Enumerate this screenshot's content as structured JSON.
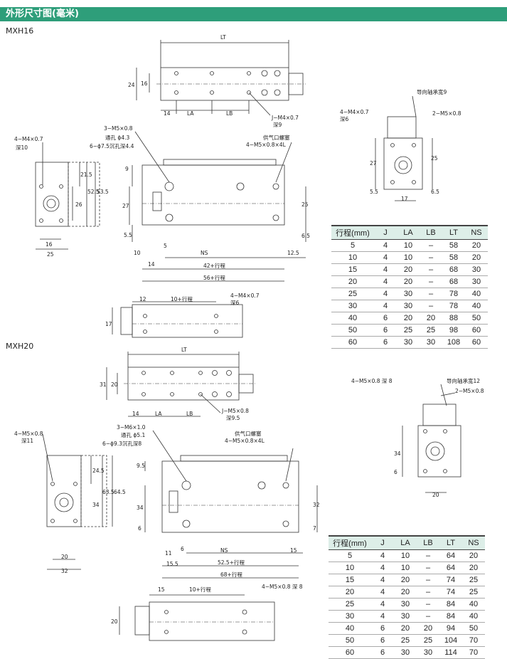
{
  "header": {
    "title": "外形尺寸图(毫米)"
  },
  "sections": {
    "mxh16": "MXH16",
    "mxh20": "MXH20"
  },
  "dim16": {
    "lt": "LT",
    "la": "LA",
    "lb": "LB",
    "d24": "24",
    "d16": "16",
    "d14": "14",
    "jm": "J−M4×0.7",
    "deep9": "深9",
    "m5": "3−M5×0.8",
    "tong": "通孔 ϕ4.3",
    "chen": "6−ϕ7.5沉孔深4.4",
    "gong": "供气口螺塞",
    "gong2": "4−M5×0.8×4L",
    "m4": "4−M4×0.7",
    "deep10": "深10",
    "d9": "9",
    "d27": "27",
    "d55": "5.5",
    "d215": "21.5",
    "d525": "52.5",
    "d535": "53.5",
    "d26": "26",
    "d16b": "16",
    "d25": "25",
    "d25r": "25",
    "d65": "6.5",
    "d10": "10",
    "d5": "5",
    "ns": "NS",
    "d125": "12.5",
    "d14b": "14",
    "s42": "42+行程",
    "s56": "56+行程",
    "guide": "导向轴承宽9",
    "m4r": "4−M4×0.7",
    "deep6r": "深6",
    "m5r": "2−M5×0.8",
    "r27": "27",
    "r25": "25",
    "r55": "5.5",
    "r17": "17",
    "r65": "6.5",
    "b12": "12",
    "b10": "10+行程",
    "b17": "17",
    "bm4": "4−M4×0.7",
    "b6": "深6"
  },
  "dim20": {
    "lt": "LT",
    "la": "LA",
    "lb": "LB",
    "d31": "31",
    "d20": "20",
    "d14": "14",
    "jm": "J−M5×0.8",
    "deep95": "深9.5",
    "m6": "3−M6×1.0",
    "tong": "通孔 ϕ5.1",
    "chen": "6−ϕ9.3沉孔深8",
    "gong": "供气口螺塞",
    "gong2": "4−M5×0.8×4L",
    "m5": "4−M5×0.8",
    "deep11": "深11",
    "d95": "9.5",
    "d34": "34",
    "d6": "6",
    "d245": "24.5",
    "d635": "63.5",
    "d645": "64.5",
    "d34b": "34",
    "d20b": "20",
    "d32": "32",
    "d32r": "32",
    "d7": "7",
    "d11": "11",
    "d6b": "6",
    "ns": "NS",
    "d15": "15",
    "d155": "15.5",
    "s525": "52.5+行程",
    "s68": "68+行程",
    "tm5": "4−M5×0.8 深 8",
    "guide": "导向轴承宽12",
    "m5r": "2−M5×0.8",
    "r34": "34",
    "r6": "6",
    "r20": "20",
    "b15": "15",
    "b10": "10+行程",
    "b20": "20",
    "bm5": "4−M5×0.8 深 8"
  },
  "table16": {
    "headers": [
      "行程(mm)",
      "J",
      "LA",
      "LB",
      "LT",
      "NS"
    ],
    "rows": [
      [
        "5",
        "4",
        "10",
        "–",
        "58",
        "20"
      ],
      [
        "10",
        "4",
        "10",
        "–",
        "58",
        "20"
      ],
      [
        "15",
        "4",
        "20",
        "–",
        "68",
        "30"
      ],
      [
        "20",
        "4",
        "20",
        "–",
        "68",
        "30"
      ],
      [
        "25",
        "4",
        "30",
        "–",
        "78",
        "40"
      ],
      [
        "30",
        "4",
        "30",
        "–",
        "78",
        "40"
      ],
      [
        "40",
        "6",
        "20",
        "20",
        "88",
        "50"
      ],
      [
        "50",
        "6",
        "25",
        "25",
        "98",
        "60"
      ],
      [
        "60",
        "6",
        "30",
        "30",
        "108",
        "60"
      ]
    ]
  },
  "table20": {
    "headers": [
      "行程(mm)",
      "J",
      "LA",
      "LB",
      "LT",
      "NS"
    ],
    "rows": [
      [
        "5",
        "4",
        "10",
        "–",
        "64",
        "20"
      ],
      [
        "10",
        "4",
        "10",
        "–",
        "64",
        "20"
      ],
      [
        "15",
        "4",
        "20",
        "–",
        "74",
        "25"
      ],
      [
        "20",
        "4",
        "20",
        "–",
        "74",
        "25"
      ],
      [
        "25",
        "4",
        "30",
        "–",
        "84",
        "40"
      ],
      [
        "30",
        "4",
        "30",
        "–",
        "84",
        "40"
      ],
      [
        "40",
        "6",
        "20",
        "20",
        "94",
        "50"
      ],
      [
        "50",
        "6",
        "25",
        "25",
        "104",
        "70"
      ],
      [
        "60",
        "6",
        "30",
        "30",
        "114",
        "70"
      ]
    ]
  }
}
